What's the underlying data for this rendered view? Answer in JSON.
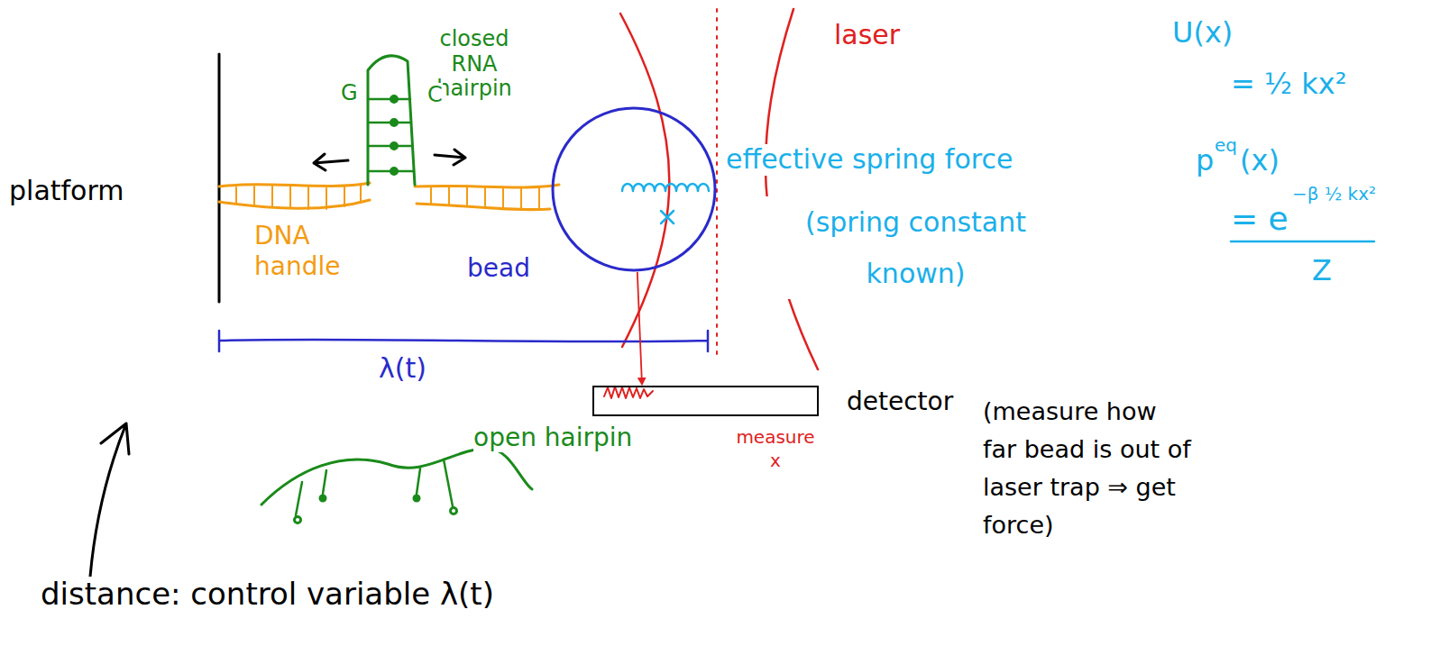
{
  "diagram": {
    "nodes": [
      {
        "text": [
          "bead"
        ]
      },
      {
        "text": [
          "detector"
        ]
      }
    ],
    "edges": [
      {
        "from": 0,
        "to": 1,
        "arrow": "to"
      }
    ],
    "labels": [
      "closed RNA hairpin",
      "G",
      "C",
      "laser",
      "U(x)",
      "= ½ kx²",
      "p",
      "eq",
      "(x)",
      "= e",
      "−β ½ kx²",
      "Z",
      "platform",
      "DNA handle",
      "effective spring force",
      "(spring constant known)",
      "λ(t)",
      "measure x",
      "open hairpin",
      "(measure how far bead is out of laser trap ⇒ get force)",
      "distance: control variable λ(t)"
    ]
  }
}
